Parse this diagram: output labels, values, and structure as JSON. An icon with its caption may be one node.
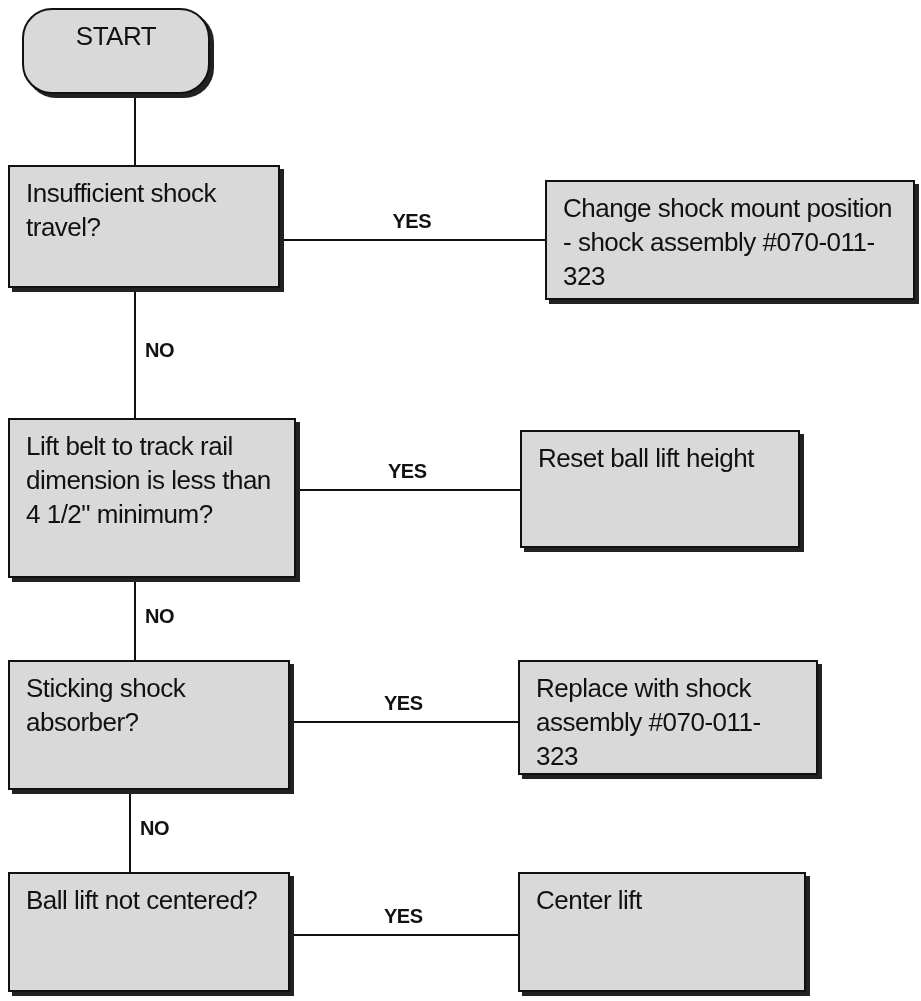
{
  "diagram": {
    "nodes": [
      {
        "text": [
          "START"
        ]
      },
      {
        "text": [
          "Insufficient shock travel?"
        ]
      },
      {
        "text": [
          "Change shock mount position - shock assembly #070-011-323"
        ]
      },
      {
        "text": [
          "Lift belt to track rail dimension is less than 4 1/2\" minimum?"
        ]
      },
      {
        "text": [
          "Reset ball lift height"
        ]
      },
      {
        "text": [
          "Sticking shock absorber?"
        ]
      },
      {
        "text": [
          "Replace with shock assembly #070-011-323"
        ]
      },
      {
        "text": [
          "Ball lift not centered?"
        ]
      },
      {
        "text": [
          "Center lift"
        ]
      }
    ],
    "edges": [
      {
        "from": 0,
        "to": 1,
        "arrow": "none"
      },
      {
        "from": 1,
        "to": 2,
        "arrow": "none",
        "label": "YES"
      },
      {
        "from": 1,
        "to": 3,
        "arrow": "none",
        "label": "NO"
      },
      {
        "from": 3,
        "to": 4,
        "arrow": "none",
        "label": "YES"
      },
      {
        "from": 3,
        "to": 5,
        "arrow": "none",
        "label": "NO"
      },
      {
        "from": 5,
        "to": 6,
        "arrow": "none",
        "label": "YES"
      },
      {
        "from": 5,
        "to": 7,
        "arrow": "none",
        "label": "NO"
      },
      {
        "from": 7,
        "to": 8,
        "arrow": "none",
        "label": "YES"
      }
    ]
  }
}
